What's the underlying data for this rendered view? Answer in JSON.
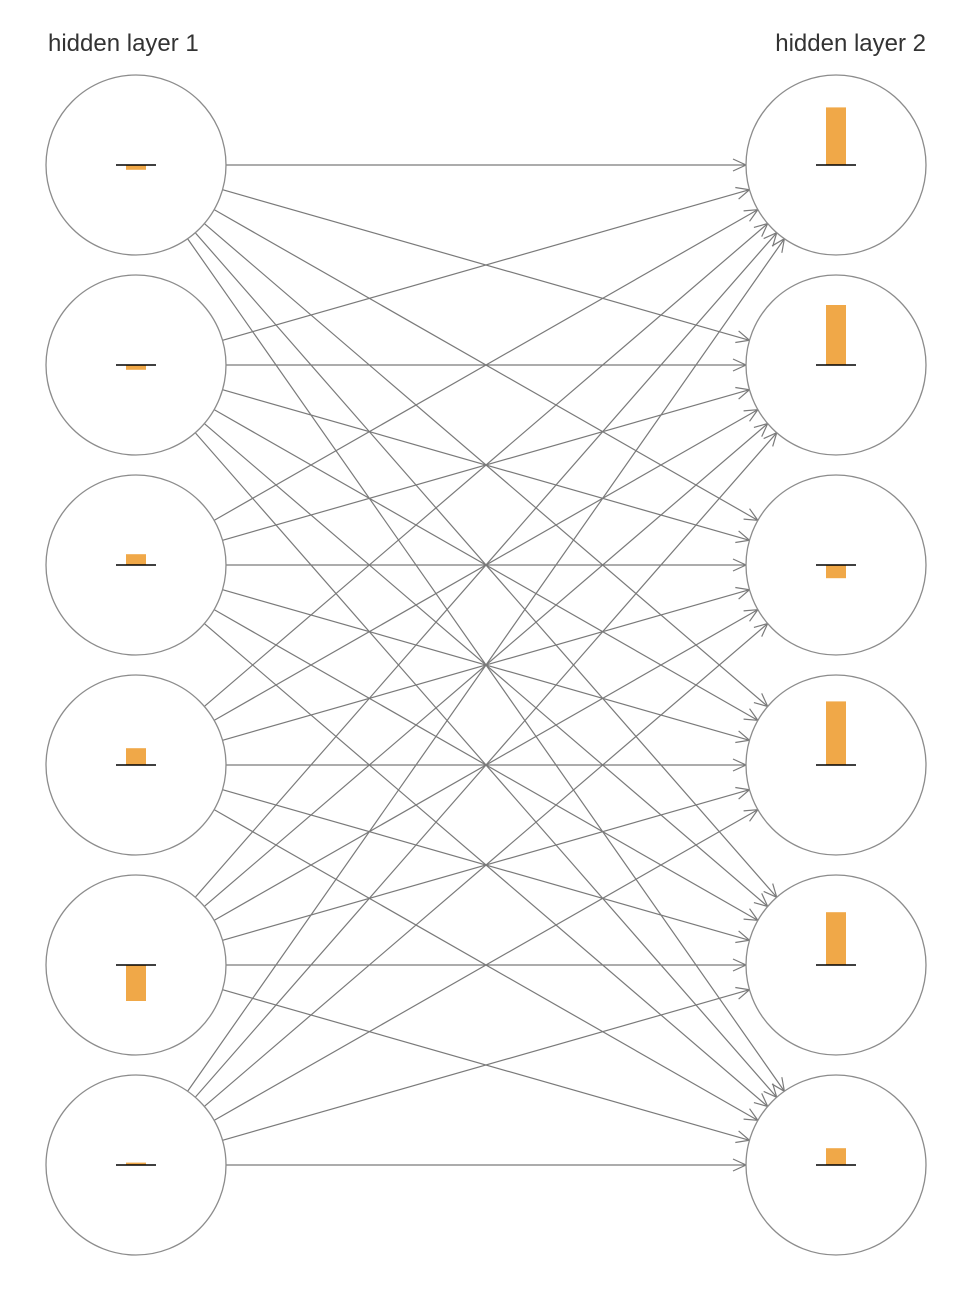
{
  "layers": [
    {
      "title": "hidden layer 1",
      "activations": [
        -0.2,
        -0.2,
        0.45,
        0.7,
        -1.5,
        0.1
      ]
    },
    {
      "title": "hidden layer 2",
      "activations": [
        2.4,
        2.5,
        -0.55,
        2.65,
        2.2,
        0.7
      ]
    }
  ],
  "connections": "fully-connected",
  "colors": {
    "bar": "#f0a848",
    "edge": "#7a7a7a",
    "node_stroke": "#8c8c8c",
    "baseline": "#000000",
    "title": "#333333"
  }
}
